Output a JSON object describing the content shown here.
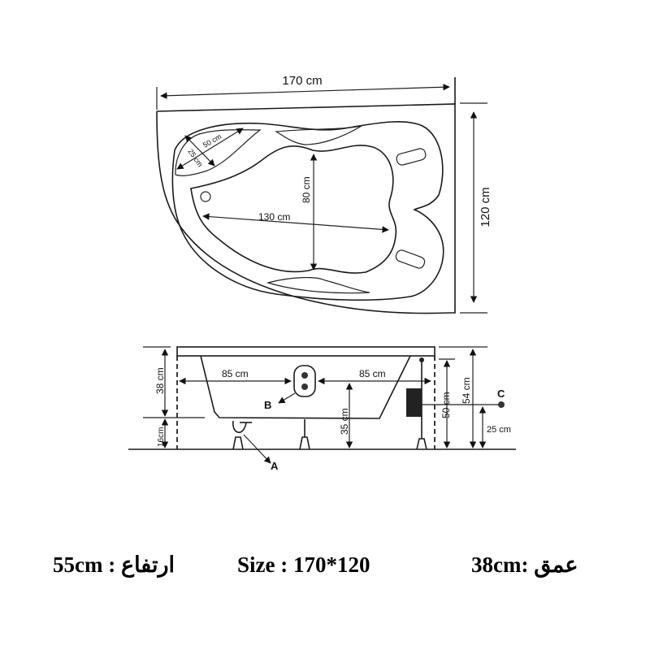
{
  "top_view": {
    "length": "170 cm",
    "width": "120 cm",
    "headrest_length": "50 cm",
    "headrest_width": "25 cm",
    "basin_width": "80 cm",
    "basin_length": "130 cm"
  },
  "side_view": {
    "depth": "38 cm",
    "leg_height": "16cm",
    "left_span": "85 cm",
    "right_span": "85 cm",
    "floor_to_bottom": "35 cm",
    "height_50": "50 cm",
    "height_54": "54 cm",
    "height_25": "25 cm",
    "label_a": "A",
    "label_b": "B",
    "label_c": "C"
  },
  "caption": {
    "height": "55cm : ارتفاع",
    "size": "Size : 170*120",
    "depth": "38cm: عمق"
  }
}
